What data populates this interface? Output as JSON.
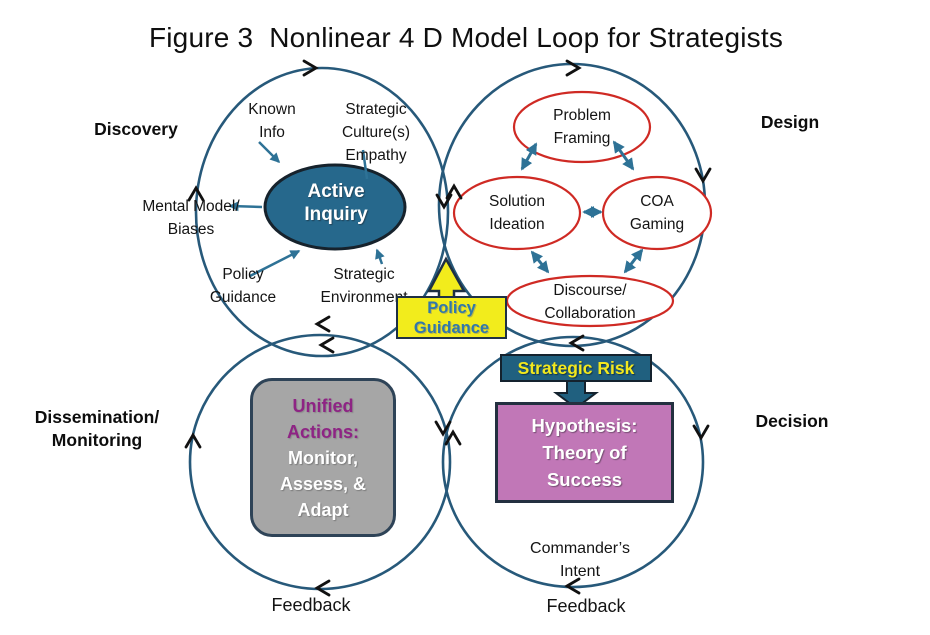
{
  "title": "Figure 3  Nonlinear 4 D Model Loop for Strategists",
  "loops": {
    "discovery": {
      "label": "Discovery"
    },
    "design": {
      "label": "Design"
    },
    "dissemination": {
      "label_line1": "Dissemination/",
      "label_line2": "Monitoring",
      "feedback": "Feedback"
    },
    "decision": {
      "label": "Decision",
      "feedback": "Feedback"
    }
  },
  "discovery_nodes": {
    "known_info": {
      "line1": "Known",
      "line2": "Info"
    },
    "strategic_culture": {
      "line1": "Strategic",
      "line2": "Culture(s)",
      "line3": "Empathy"
    },
    "mental_model": {
      "line1": "Mental Model/",
      "line2": "Biases"
    },
    "policy_guidance": {
      "line1": "Policy",
      "line2": "Guidance"
    },
    "strategic_environment": {
      "line1": "Strategic",
      "line2": "Environment"
    },
    "active_inquiry": {
      "line1": "Active",
      "line2": "Inquiry"
    }
  },
  "design_nodes": {
    "problem_framing": {
      "line1": "Problem",
      "line2": "Framing"
    },
    "solution_ideation": {
      "line1": "Solution",
      "line2": "Ideation"
    },
    "coa_gaming": {
      "line1": "COA",
      "line2": "Gaming"
    },
    "discourse": {
      "line1": "Discourse/",
      "line2": "Collaboration"
    }
  },
  "center": {
    "policy_guidance": {
      "line1": "Policy",
      "line2": "Guidance"
    }
  },
  "decision_nodes": {
    "strategic_risk_label": "Strategic Risk",
    "hypothesis": {
      "line1": "Hypothesis:",
      "line2": "Theory of",
      "line3": "Success"
    },
    "commanders_intent": {
      "line1": "Commander’s",
      "line2": "Intent"
    }
  },
  "dissemination_nodes": {
    "unified_actions": {
      "line1": "Unified",
      "line2": "Actions:",
      "line3": "Monitor,",
      "line4": "Assess, &",
      "line5": "Adapt"
    }
  },
  "colors": {
    "loop_stroke": "#27597a",
    "connector_teal": "#2e7296",
    "active_inquiry_fill": "#26688c",
    "red_ellipse_stroke": "#cf2a24",
    "yellow": "#f2ec1c",
    "policy_text_blue": "#3178aa",
    "risk_box_teal": "#20607f",
    "risk_text_yellow": "#f2e81e",
    "gray_box": "#a6a6a6",
    "unified_heading_purple": "#8e2484",
    "hypothesis_pink": "#c177b7",
    "flow_arrow_black": "#111111"
  }
}
